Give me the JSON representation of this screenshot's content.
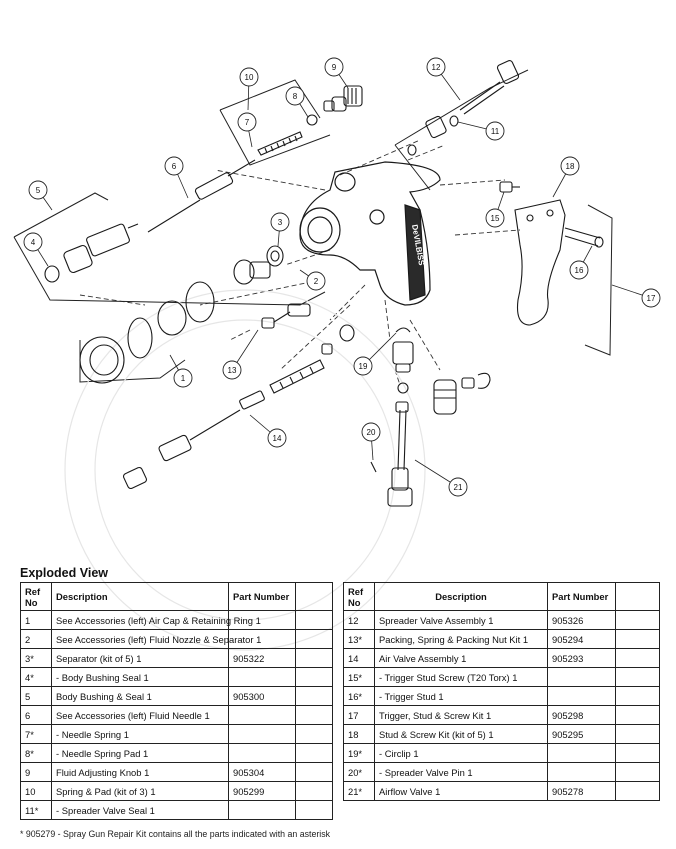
{
  "diagram": {
    "callouts": [
      "1",
      "2",
      "3",
      "4",
      "5",
      "6",
      "7",
      "8",
      "9",
      "10",
      "11",
      "12",
      "13",
      "14",
      "15",
      "16",
      "17",
      "18",
      "19",
      "20",
      "21"
    ],
    "gun_brand": "DeVILBISS"
  },
  "section": {
    "title": "Exploded View"
  },
  "table_headers": {
    "ref": "Ref No",
    "ref_line1": "Ref",
    "ref_line2": "No",
    "description": "Description",
    "part_number": "Part Number"
  },
  "parts_left": [
    {
      "ref": "1",
      "description": "See Accessories (left) Air Cap & Retaining Ring 1",
      "part_number": ""
    },
    {
      "ref": "2",
      "description": "See Accessories (left) Fluid Nozzle & Separator 1",
      "part_number": ""
    },
    {
      "ref": "3*",
      "description": " Separator (kit of 5) 1",
      "part_number": "905322"
    },
    {
      "ref": "4*",
      "description": "- Body Bushing Seal 1",
      "part_number": ""
    },
    {
      "ref": "5",
      "description": "Body Bushing & Seal 1",
      "part_number": "905300"
    },
    {
      "ref": "6",
      "description": "See Accessories (left) Fluid Needle 1",
      "part_number": ""
    },
    {
      "ref": "7*",
      "description": "- Needle Spring 1",
      "part_number": ""
    },
    {
      "ref": "8*",
      "description": "- Needle Spring Pad 1",
      "part_number": ""
    },
    {
      "ref": "9",
      "description": "Fluid Adjusting Knob 1",
      "part_number": "905304"
    },
    {
      "ref": "10",
      "description": "Spring & Pad (kit of 3) 1",
      "part_number": "905299"
    },
    {
      "ref": "11*",
      "description": " - Spreader Valve Seal 1",
      "part_number": ""
    }
  ],
  "parts_right": [
    {
      "ref": "12",
      "description": "Spreader Valve Assembly 1",
      "part_number": "905326"
    },
    {
      "ref": "13*",
      "description": "Packing, Spring & Packing Nut Kit 1",
      "part_number": "905294"
    },
    {
      "ref": "14",
      "description": "Air Valve Assembly 1",
      "part_number": "905293"
    },
    {
      "ref": "15*",
      "description": "- Trigger Stud Screw (T20 Torx) 1",
      "part_number": ""
    },
    {
      "ref": "16*",
      "description": "- Trigger Stud 1",
      "part_number": ""
    },
    {
      "ref": "17",
      "description": "Trigger, Stud & Screw Kit 1",
      "part_number": "905298"
    },
    {
      "ref": "18",
      "description": "Stud & Screw Kit (kit of 5) 1",
      "part_number": "905295"
    },
    {
      "ref": "19*",
      "description": "- Circlip 1",
      "part_number": ""
    },
    {
      "ref": "20*",
      "description": "- Spreader Valve Pin 1",
      "part_number": ""
    },
    {
      "ref": "21*",
      "description": "Airflow Valve 1",
      "part_number": "905278"
    }
  ],
  "footnote": "* 905279 - Spray Gun Repair Kit contains all the parts indicated with an asterisk"
}
